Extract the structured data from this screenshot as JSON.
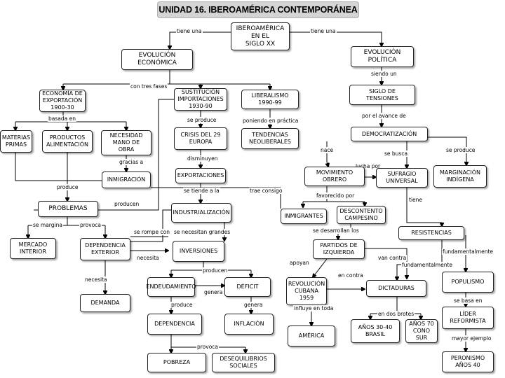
{
  "title": "UNIDAD 16. IBEROAMÉRICA CONTEMPORÁNEA",
  "nodes": {
    "root": "IBEROAMÉRICA\nEN EL\nSIGLO XX",
    "evol_eco": "EVOLUCIÓN\nECONÓMICA",
    "evol_pol": "EVOLUCIÓN\nPOLÍTICA",
    "eco_export": "ECONOMÍA DE\nEXPORTACIÓN\n1900-30",
    "sust_import": "SUSTITUCIÓN\nIMPORTACIONES\n1930-90",
    "liberalismo": "LIBERALISMO\n1990-99",
    "siglo_tensiones": "SIGLO DE\nTENSIONES",
    "materias": "MATERIAS\nPRIMAS",
    "productos": "PRODUCTOS\nALIMENTACIÓN",
    "necesidad": "NECESIDAD\nMANO DE\nOBRA",
    "crisis": "CRISIS DEL 29\nEUROPA",
    "tendencias": "TENDENCIAS\nNEOLIBERALES",
    "democratizacion": "DEMOCRATIZACIÓN",
    "inmigracion": "INMIGRACIÓN",
    "exportaciones": "EXPORTACIONES",
    "movimiento": "MOVIMIENTO\nOBRERO",
    "sufragio": "SUFRAGIO\nUNIVERSAL",
    "marginacion": "MARGINACIÓN\nINDÍGENA",
    "problemas": "PROBLEMAS",
    "industrializacion": "INDUSTRIALIZACIÓN",
    "inmigrantes": "INMIGRANTES",
    "descontento": "DESCONTENTO\nCAMPESINO",
    "resistencias": "RESISTENCIAS",
    "mercado": "MERCADO\nINTERIOR",
    "dependencia_ext": "DEPENDENCIA\nEXTERIOR",
    "inversiones": "INVERSIONES",
    "partidos": "PARTIDOS DE\nIZQUIERDA",
    "endeudamiento": "ENDEUDAMIENTO",
    "deficit": "DÉFICIT",
    "revolucion": "REVOLUCIÓN\nCUBANA\n1959",
    "dictaduras": "DICTADURAS",
    "populismo": "POPULISMO",
    "demanda": "DEMANDA",
    "lider": "LÍDER\nREFORMISTA",
    "dependencia": "DEPENDENCIA",
    "inflacion": "INFLACIÓN",
    "america": "AMÉRICA",
    "anos3040": "AÑOS 30-40\nBRASIL",
    "anos70": "AÑOS 70\nCONO SUR",
    "pobreza": "POBREZA",
    "desequilibrios": "DESEQUILIBRIOS\nSOCIALES",
    "peronismo": "PERONISMO\nAÑOS 40"
  },
  "labels": {
    "tiene_una_left": "tiene una",
    "tiene_una_right": "tiene una",
    "siendo_un": "siendo un",
    "con_tres_fases": "con tres fases",
    "basada_en": "basada en",
    "se_produce_1": "se produce",
    "poniendo_en_practica": "poniendo en práctica",
    "por_el_avance_de": "por el avance de",
    "gracias_a": "gracias a",
    "disminuyen": "disminuyen",
    "nace": "nace",
    "se_busca": "se busca",
    "se_produce_2": "se produce",
    "lucha_por": "lucha por",
    "produce_1": "produce",
    "se_tiende_a_la": "se tiende a la",
    "trae_consigo": "trae consigo",
    "favorecido_por": "favorecido por",
    "tiene": "tiene",
    "producen_1": "producen",
    "se_margina": "se margina",
    "provoca_1": "provoca",
    "se_rompe_con": "se rompe con",
    "se_necesitan_grandes": "se necesitan grandes",
    "se_desarrollan_los": "se desarrollan los",
    "fundamentalmente_1": "fundamentalmente",
    "necesita_1": "necesita",
    "apoyan": "apoyan",
    "van_contra": "van contra",
    "fundamentalmente_2": "fundamentalmente",
    "producen_2": "producen",
    "necesita_2": "necesita",
    "genera_1": "genera",
    "en_contra": "en contra",
    "produce_2": "produce",
    "genera_2": "genera",
    "influye_en_toda": "influye en toda",
    "se_basa_en": "se basa en",
    "en_dos_brotes": "en dos brotes",
    "mayor_ejemplo": "mayor ejemplo",
    "provoca_2": "provoca"
  }
}
